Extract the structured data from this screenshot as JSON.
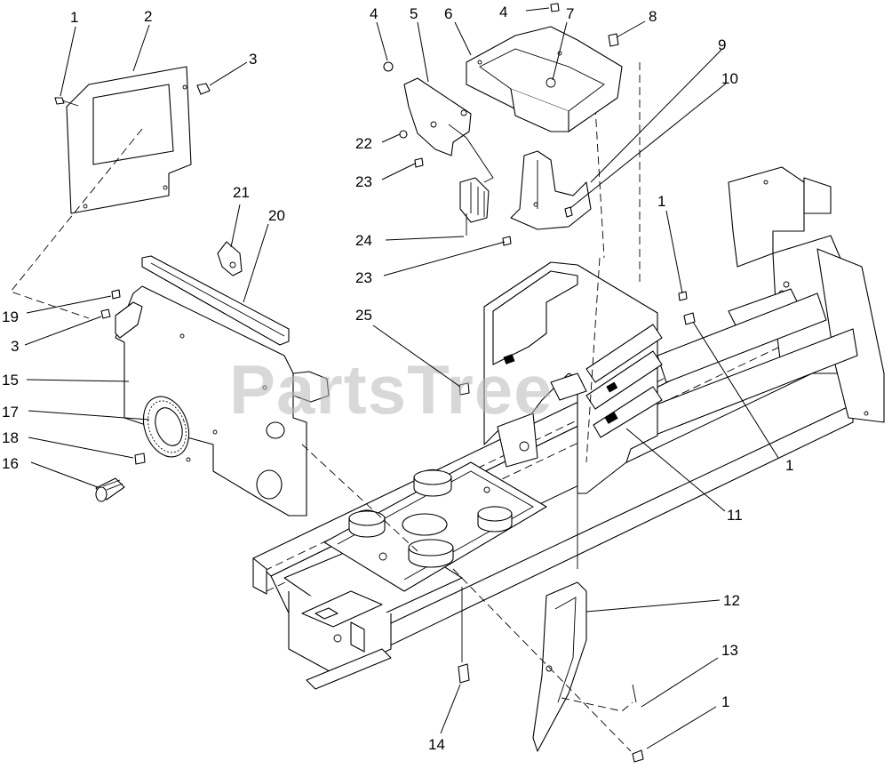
{
  "watermark": {
    "text": "PartsTree",
    "color": "#b9b9b9"
  },
  "callouts": [
    {
      "id": "c1a",
      "label": "1"
    },
    {
      "id": "c2",
      "label": "2"
    },
    {
      "id": "c3a",
      "label": "3"
    },
    {
      "id": "c4a",
      "label": "4"
    },
    {
      "id": "c5",
      "label": "5"
    },
    {
      "id": "c6",
      "label": "6"
    },
    {
      "id": "c4b",
      "label": "4"
    },
    {
      "id": "c7",
      "label": "7"
    },
    {
      "id": "c8",
      "label": "8"
    },
    {
      "id": "c9",
      "label": "9"
    },
    {
      "id": "c10",
      "label": "10"
    },
    {
      "id": "c22",
      "label": "22"
    },
    {
      "id": "c23a",
      "label": "23"
    },
    {
      "id": "c24",
      "label": "24"
    },
    {
      "id": "c23b",
      "label": "23"
    },
    {
      "id": "c21",
      "label": "21"
    },
    {
      "id": "c20",
      "label": "20"
    },
    {
      "id": "c1b",
      "label": "1"
    },
    {
      "id": "c19",
      "label": "19"
    },
    {
      "id": "c3b",
      "label": "3"
    },
    {
      "id": "c25",
      "label": "25"
    },
    {
      "id": "c15",
      "label": "15"
    },
    {
      "id": "c17",
      "label": "17"
    },
    {
      "id": "c18",
      "label": "18"
    },
    {
      "id": "c16",
      "label": "16"
    },
    {
      "id": "c1c",
      "label": "1"
    },
    {
      "id": "c11",
      "label": "11"
    },
    {
      "id": "c12",
      "label": "12"
    },
    {
      "id": "c13",
      "label": "13"
    },
    {
      "id": "c1d",
      "label": "1"
    },
    {
      "id": "c14",
      "label": "14"
    }
  ]
}
